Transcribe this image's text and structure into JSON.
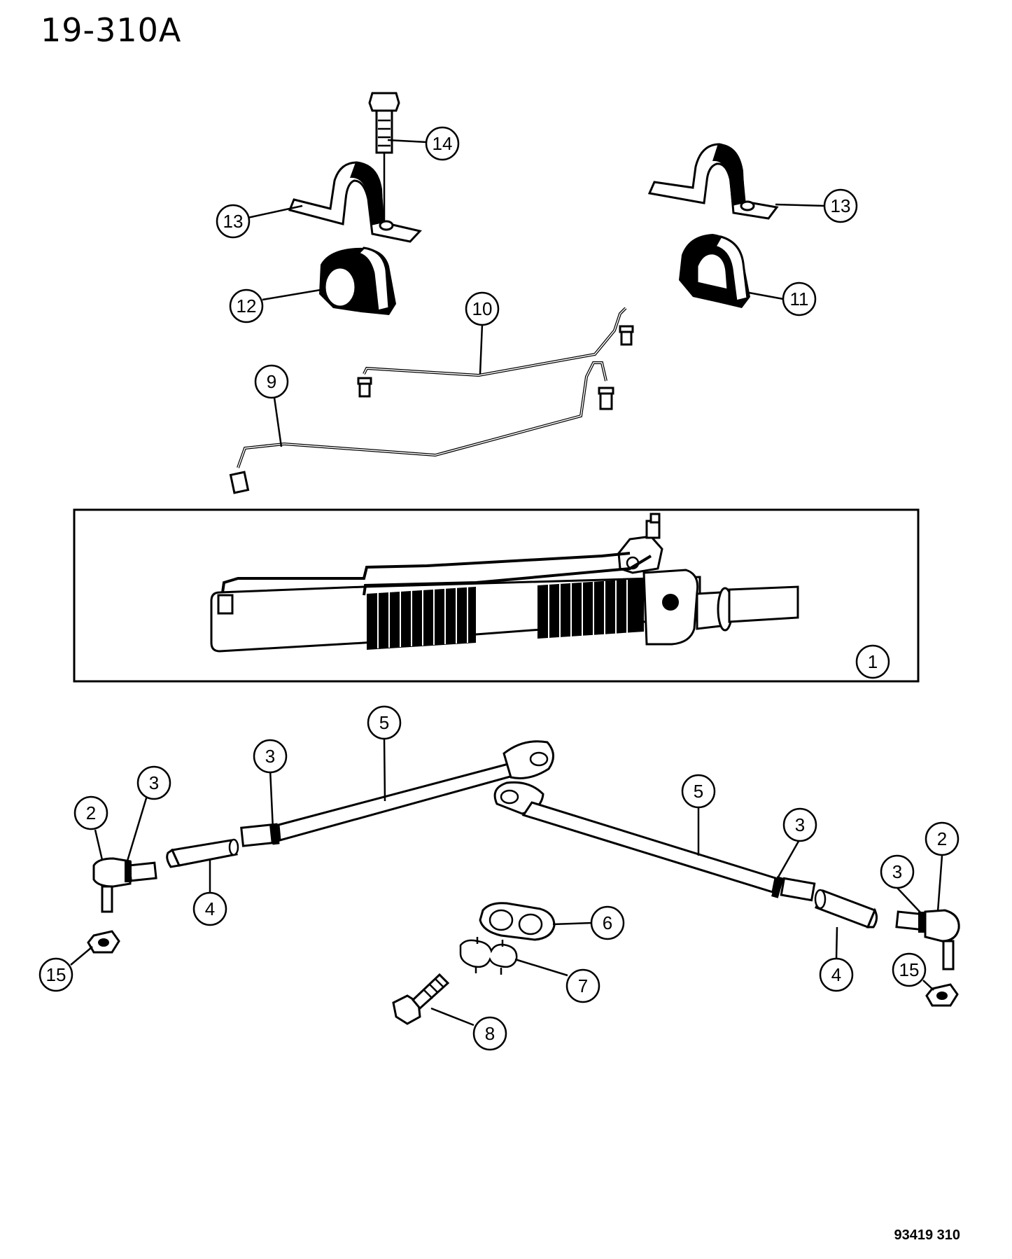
{
  "header": {
    "page_code": "19-310A"
  },
  "footer": {
    "drawing_code": "93419 310"
  },
  "callouts": {
    "c1": "1",
    "c2a": "2",
    "c2b": "2",
    "c3a": "3",
    "c3b": "3",
    "c3c": "3",
    "c3d": "3",
    "c4a": "4",
    "c4b": "4",
    "c5a": "5",
    "c5b": "5",
    "c6": "6",
    "c7": "7",
    "c8": "8",
    "c9": "9",
    "c10": "10",
    "c11": "11",
    "c12": "12",
    "c13a": "13",
    "c13b": "13",
    "c14": "14",
    "c15a": "15",
    "c15b": "15"
  },
  "icons": {
    "rack": "steering-gear-rack-icon",
    "tie_rod_end": "tie-rod-end-icon",
    "adjuster_sleeve": "adjuster-sleeve-icon",
    "tie_rod": "tie-rod-icon",
    "clamp": "clamp-icon",
    "bushing": "bushing-icon",
    "bolt": "bolt-icon",
    "nut": "nut-icon",
    "tube": "hydraulic-tube-icon",
    "plate": "plate-icon",
    "lock_plate": "lock-plate-icon"
  }
}
